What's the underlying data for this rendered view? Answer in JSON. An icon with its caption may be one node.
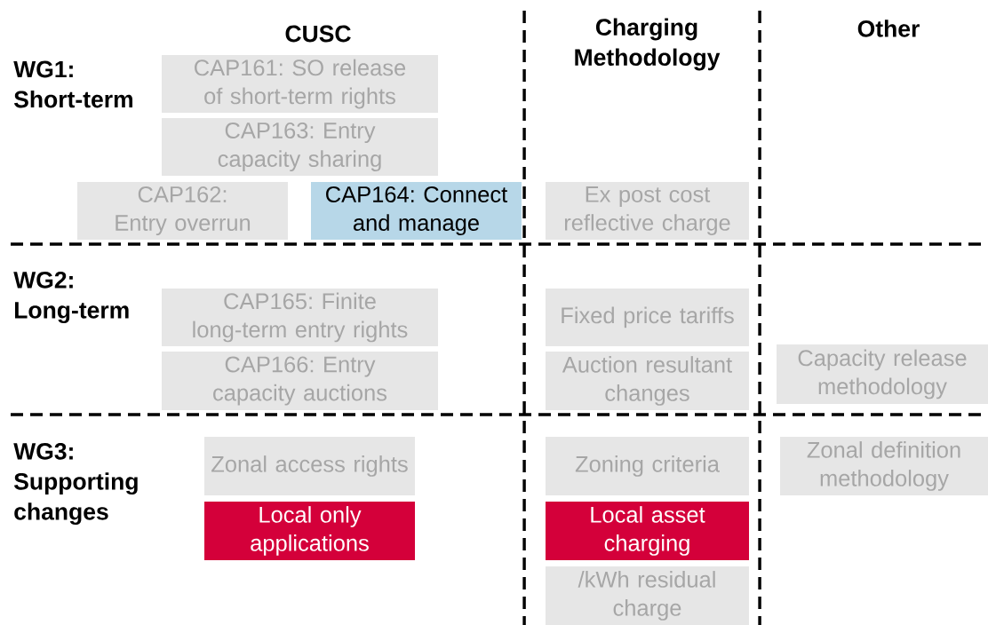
{
  "diagram": {
    "nodes": [
      {
        "text": [
          "CAP161: SO release of short-term rights"
        ]
      },
      {
        "text": [
          "CAP163: Entry capacity sharing"
        ]
      },
      {
        "text": [
          "CAP162: Entry overrun"
        ]
      },
      {
        "text": [
          "CAP164: Connect and manage"
        ]
      },
      {
        "text": [
          "Ex post cost reflective charge"
        ]
      },
      {
        "text": [
          "CAP165: Finite long-term entry rights"
        ]
      },
      {
        "text": [
          "CAP166: Entry capacity auctions"
        ]
      },
      {
        "text": [
          "Fixed price tariffs"
        ]
      },
      {
        "text": [
          "Auction resultant changes"
        ]
      },
      {
        "text": [
          "Capacity release methodology"
        ]
      },
      {
        "text": [
          "Zonal access rights"
        ]
      },
      {
        "text": [
          "Local only applications"
        ]
      },
      {
        "text": [
          "Zoning criteria"
        ]
      },
      {
        "text": [
          "Local asset charging"
        ]
      },
      {
        "text": [
          "/kWh residual charge"
        ]
      },
      {
        "text": [
          "Zonal definition methodology"
        ]
      }
    ],
    "labels": [
      "CUSC",
      "Charging Methodology",
      "Other",
      "WG1: Short-term",
      "WG2: Long-term",
      "WG3: Supporting changes"
    ]
  }
}
